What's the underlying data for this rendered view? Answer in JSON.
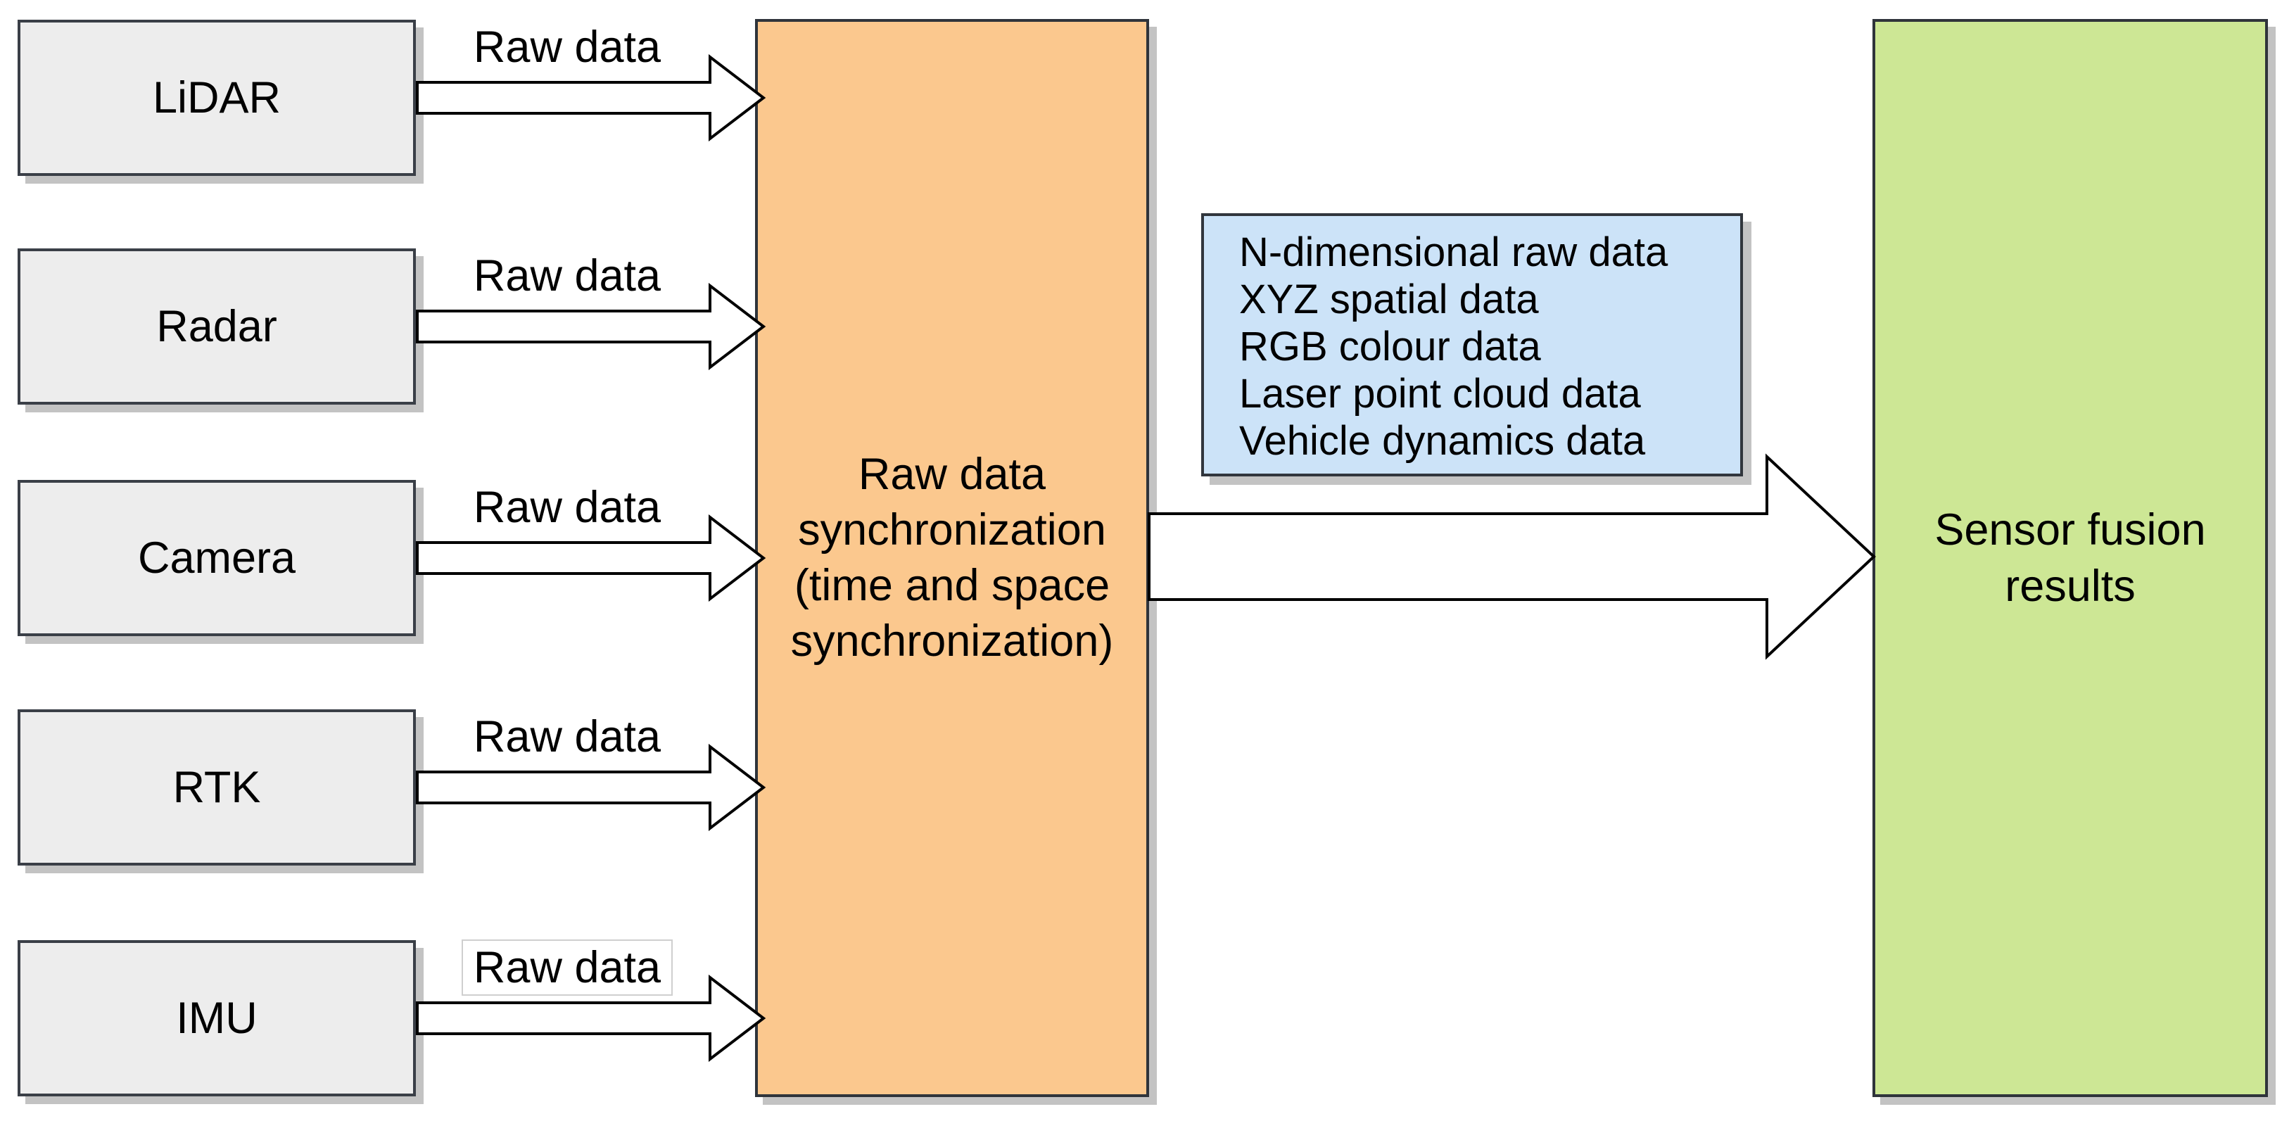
{
  "diagram": {
    "title_hint": "sensor fusion pipeline block diagram",
    "sensors": [
      {
        "label": "LiDAR"
      },
      {
        "label": "Radar"
      },
      {
        "label": "Camera"
      },
      {
        "label": "RTK"
      },
      {
        "label": "IMU"
      }
    ],
    "raw_data_label": "Raw data",
    "sync_box": {
      "line1": "Raw data",
      "line2": "synchronization",
      "line3": "(time and space",
      "line4": "synchronization)"
    },
    "data_list_box": {
      "line1": "N-dimensional raw data",
      "line2": "XYZ spatial data",
      "line3": "RGB colour data",
      "line4": "Laser point cloud data",
      "line5": "Vehicle dynamics data"
    },
    "result_box": {
      "line1": "Sensor fusion",
      "line2": "results"
    },
    "colors": {
      "sensor_fill": "#ededed",
      "sensor_border": "#3a3f47",
      "sync_fill": "#fbc88e",
      "data_fill": "#cce3f8",
      "result_fill": "#cde795",
      "dark_border": "#2f343b",
      "shadow": "#c3c3c3",
      "arrow_fill": "#ffffff",
      "arrow_stroke": "#000000"
    }
  }
}
